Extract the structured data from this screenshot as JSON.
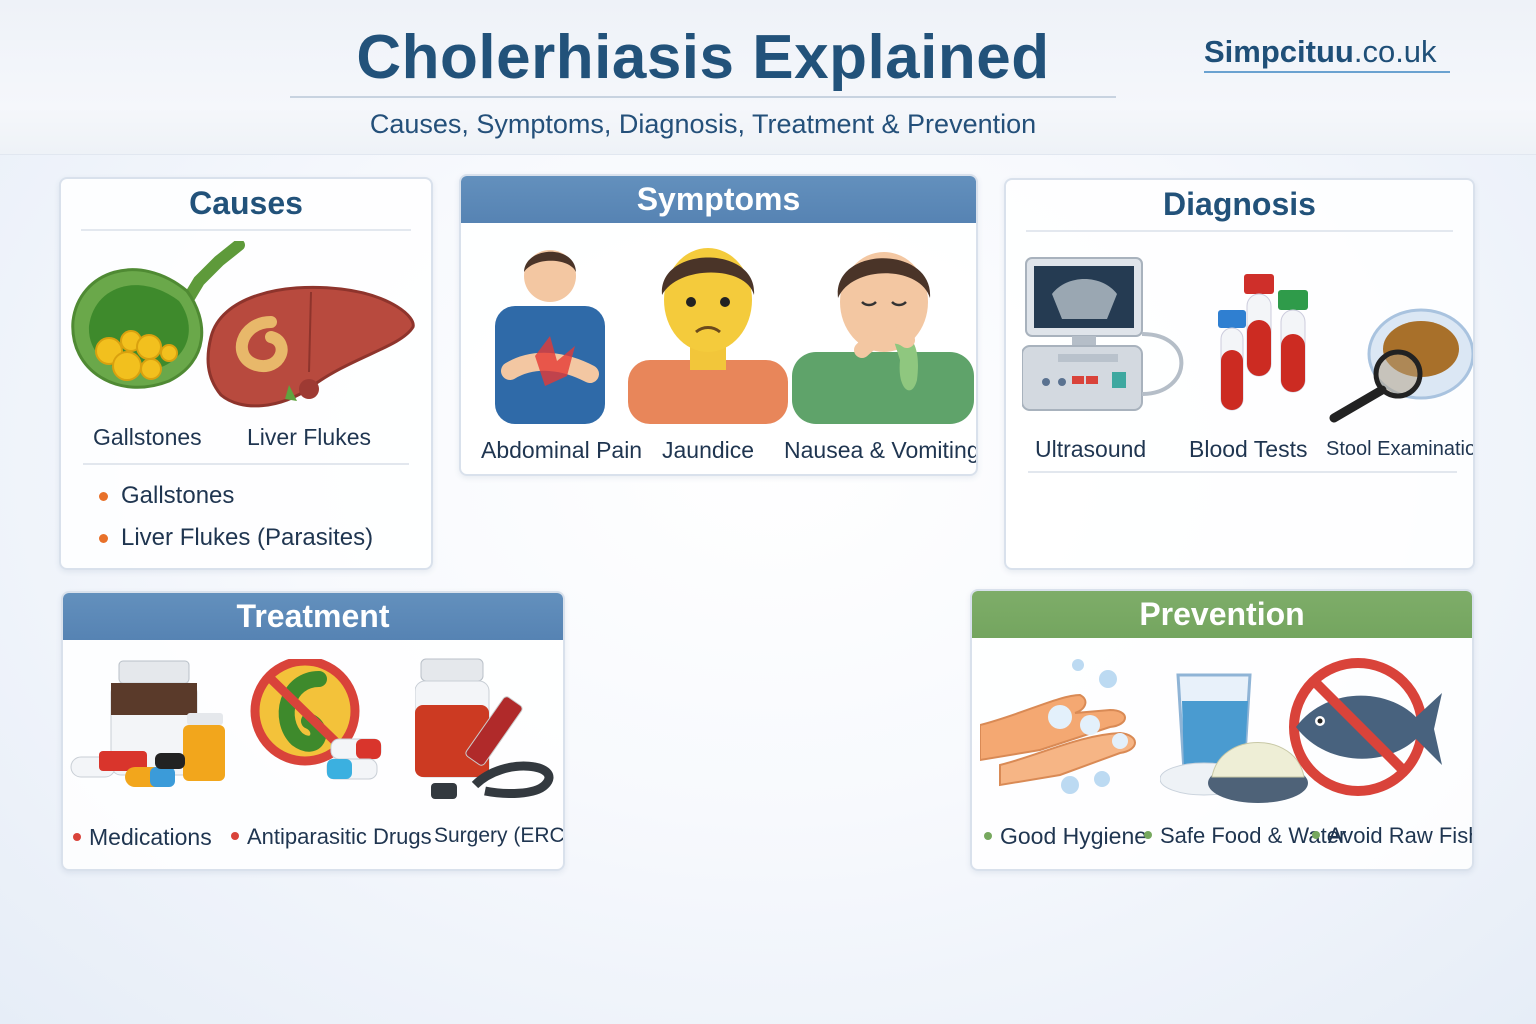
{
  "header": {
    "title": "Cholerhiasis Explained",
    "subtitle": "Causes, Symptoms, Diagnosis, Treatment & Prevention",
    "brand_name": "Simpcituu",
    "brand_tld": ".co.uk"
  },
  "colors": {
    "title": "#22527a",
    "blue_bar": "#5b88b7",
    "green_bar": "#79a964",
    "bullet_orange": "#e8712a",
    "bullet_red": "#d9433a",
    "bullet_green": "#76a85e"
  },
  "causes": {
    "title": "Causes",
    "illustrations": [
      {
        "icon": "gallbladder-with-stones-icon",
        "label": "Gallstones"
      },
      {
        "icon": "liver-with-fluke-icon",
        "label": "Liver Flukes"
      }
    ],
    "bullets": [
      "Gallstones",
      "Liver Flukes (Parasites)"
    ]
  },
  "symptoms": {
    "title": "Symptoms",
    "items": [
      {
        "icon": "abdominal-pain-person-icon",
        "label": "Abdominal Pain"
      },
      {
        "icon": "jaundice-person-icon",
        "label": "Jaundice"
      },
      {
        "icon": "nausea-person-icon",
        "label": "Nausea & Vomiting"
      }
    ]
  },
  "diagnosis": {
    "title": "Diagnosis",
    "items": [
      {
        "icon": "ultrasound-machine-icon",
        "label": "Ultrasound"
      },
      {
        "icon": "blood-test-tubes-icon",
        "label": "Blood Tests"
      },
      {
        "icon": "stool-magnifier-icon",
        "label": "Stool Examination"
      }
    ]
  },
  "treatment": {
    "title": "Treatment",
    "items": [
      {
        "icon": "pills-bottles-icon",
        "label": "Medications",
        "bullet": true
      },
      {
        "icon": "no-parasite-icon",
        "label": "Antiparasitic Drugs",
        "bullet": true
      },
      {
        "icon": "surgery-ercp-icon",
        "label": "Surgery (ERCP)",
        "bullet": false
      }
    ]
  },
  "prevention": {
    "title": "Prevention",
    "items": [
      {
        "icon": "hand-washing-icon",
        "label": "Good Hygiene"
      },
      {
        "icon": "water-glass-food-icon",
        "label": "Safe Food & Water"
      },
      {
        "icon": "no-raw-fish-icon",
        "label": "Avoid Raw Fish"
      }
    ]
  }
}
